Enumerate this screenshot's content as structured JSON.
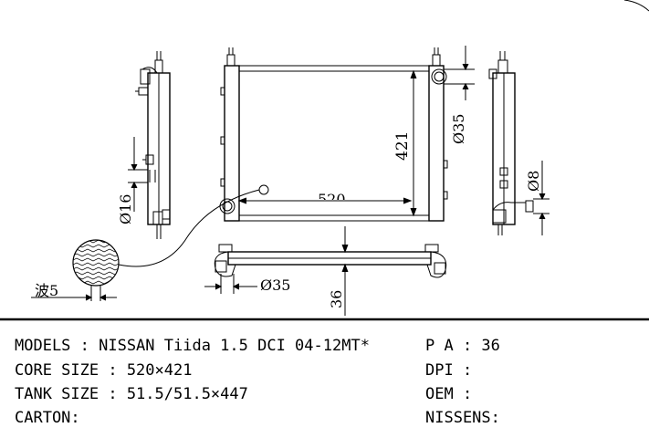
{
  "drawing": {
    "dim_height": "421",
    "dim_width_partial": "520",
    "dim_inlet_dia": "Ø35",
    "dim_outlet_dia": "Ø35",
    "dim_left_pipe_dia": "Ø16",
    "dim_right_pipe_dia": "Ø8",
    "dim_tank_depth": "36",
    "fin_label": "波5"
  },
  "specs": {
    "models": "MODELS : NISSAN Tiida 1.5 DCI 04-12MT*",
    "core_size": "CORE SIZE : 520×421",
    "tank_size": "TANK SIZE : 51.5/51.5×447",
    "carton": "CARTON:",
    "pa": "P A : 36",
    "dpi": "DPI :",
    "oem": "OEM :",
    "nissens": "NISSENS:"
  }
}
